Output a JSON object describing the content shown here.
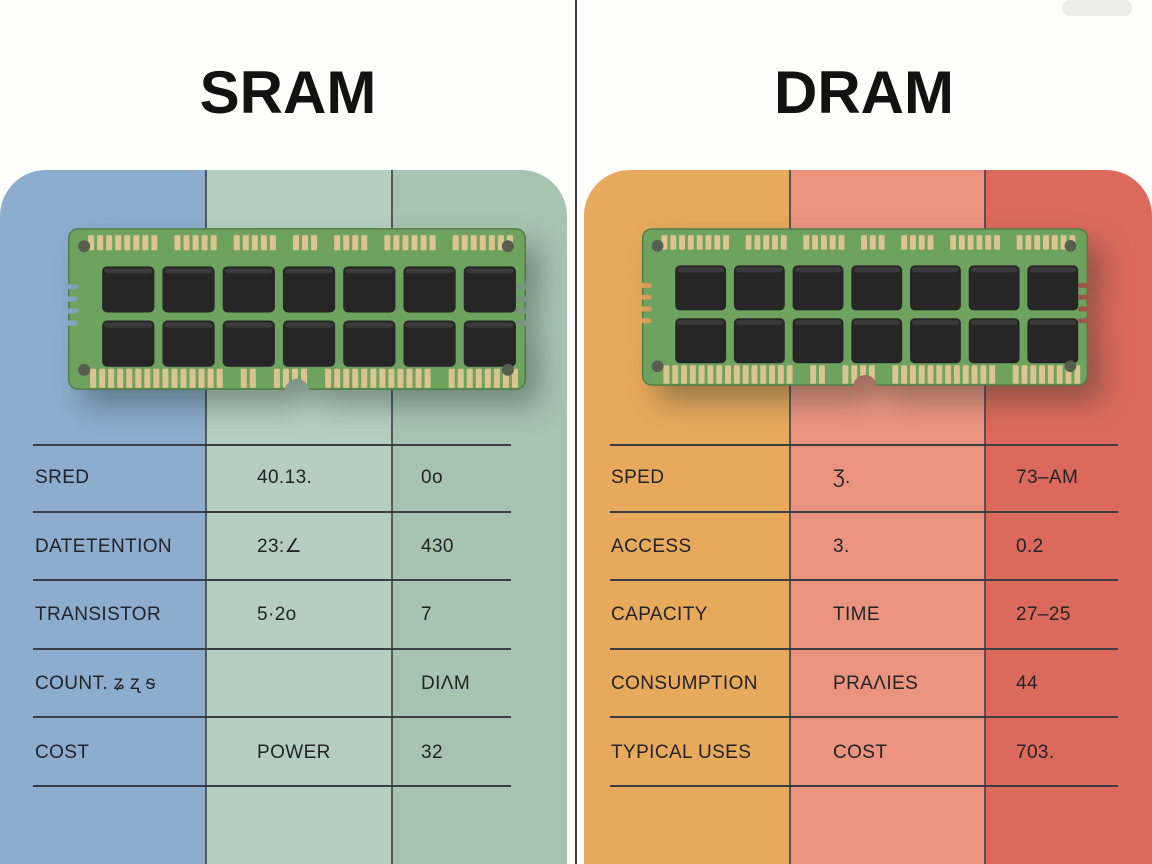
{
  "left": {
    "title": "SRAM",
    "band_colors": [
      "#8dadce",
      "#b5cec1",
      "#a7c4b1"
    ],
    "rows": [
      {
        "label": "SRED",
        "v1": "40.13.",
        "v2": "0o"
      },
      {
        "label": "DATETENTION",
        "v1": "23:∠",
        "v2": "430"
      },
      {
        "label": "TRANSISTOR",
        "v1": "5·2o",
        "v2": "7"
      },
      {
        "label": "COUNT. ʑ ʐ ᵴ",
        "v1": "",
        "v2": "DIΛM"
      },
      {
        "label": "COST",
        "v1": "POWER",
        "v2": "32"
      }
    ]
  },
  "right": {
    "title": "DRAM",
    "band_colors": [
      "#e7a95c",
      "#ea9480",
      "#dc6a5c"
    ],
    "rows": [
      {
        "label": "SPED",
        "v1": "Ʒ.",
        "v2": "73–AM"
      },
      {
        "label": "ACCESS",
        "v1": "3.",
        "v2": "0.2"
      },
      {
        "label": "CAPACITY",
        "v1": "TIME",
        "v2": "27–25"
      },
      {
        "label": "CONSUMPTION",
        "v1": "PRAΛIES",
        "v2": "44"
      },
      {
        "label": "TYPICAL USES",
        "v1": "COST",
        "v2": "703."
      }
    ]
  },
  "ram": {
    "pcb": "#6ea35f",
    "pcb_edge": "#527c46",
    "chip": "#262626",
    "chip_hilite": "#3a3a3a",
    "pin": "#dcc48e",
    "hole": "#575e50",
    "line_color": "#3c3c43",
    "divider_color": "#3e3e42"
  }
}
